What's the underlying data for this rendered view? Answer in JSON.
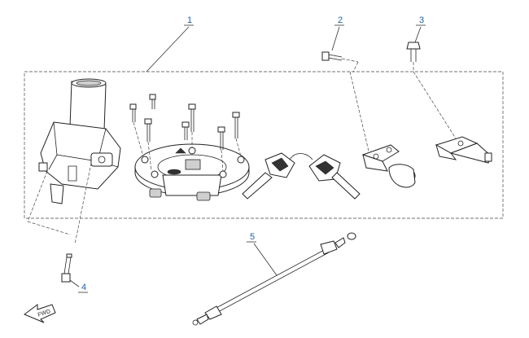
{
  "callouts": [
    {
      "label": "1"
    },
    {
      "label": "2"
    },
    {
      "label": "3"
    },
    {
      "label": "4"
    },
    {
      "label": "5"
    }
  ],
  "fwd_label": "FWD",
  "colors": {
    "callout_text": "#1f5fa8",
    "line": "#222222",
    "background": "#ffffff"
  },
  "icons": [
    "forward-arrow-icon"
  ]
}
